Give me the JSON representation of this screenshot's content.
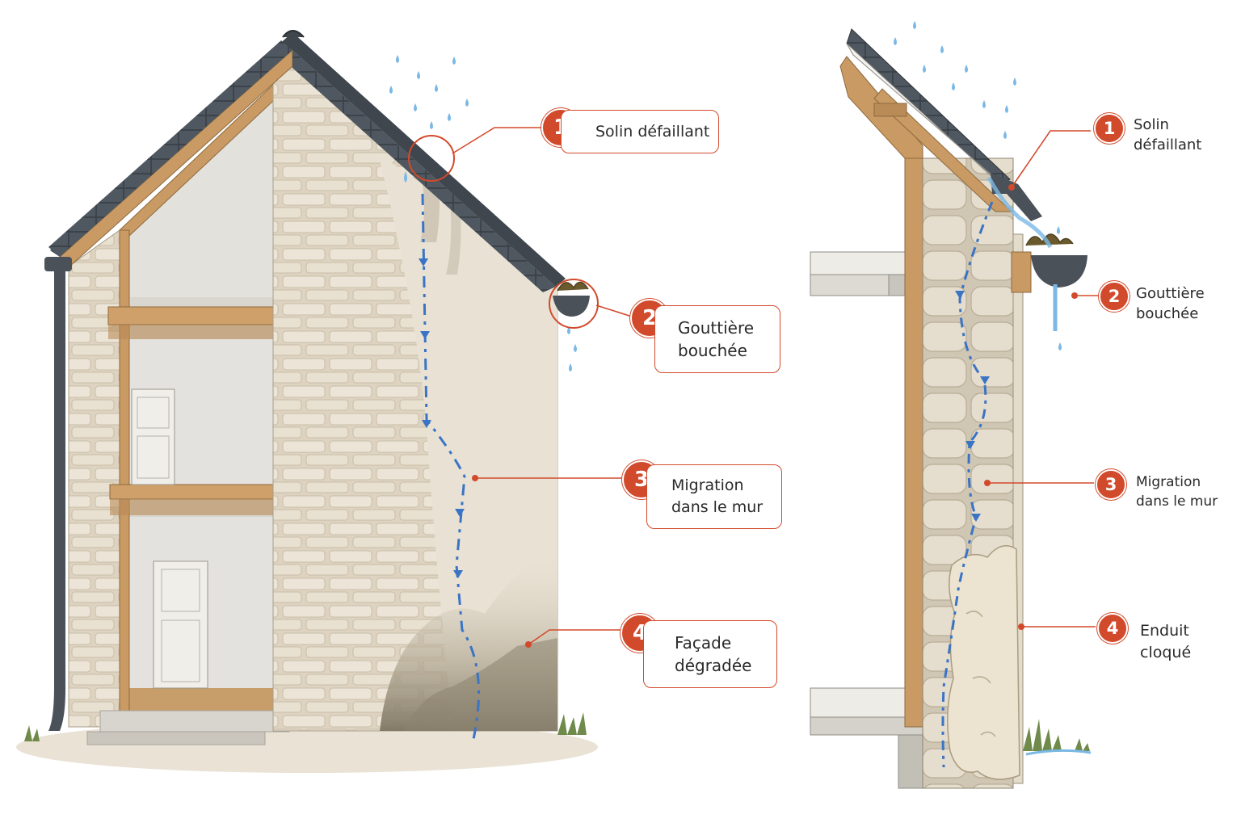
{
  "colors": {
    "accent": "#d24a2c",
    "water": "#3a74c4",
    "water_light": "#7ab8e6",
    "stone": "#e6ddcc",
    "slate": "#4f5760",
    "timber": "#c99a63",
    "plaster": "#e9e2d4",
    "damp": "#9a917e"
  },
  "front_view": {
    "callouts": [
      {
        "number": "1",
        "line1": "Solin défaillant",
        "line2": ""
      },
      {
        "number": "2",
        "line1": "Gouttière",
        "line2": "bouchée"
      },
      {
        "number": "3",
        "line1": "Migration",
        "line2": "dans le mur"
      },
      {
        "number": "4",
        "line1": "Façade",
        "line2": "dégradée"
      }
    ]
  },
  "section_view": {
    "callouts": [
      {
        "number": "1",
        "line1": "Solin",
        "line2": "défaillant"
      },
      {
        "number": "2",
        "line1": "Gouttière",
        "line2": "bouchée"
      },
      {
        "number": "3",
        "line1": "Migration",
        "line2": "dans le mur"
      },
      {
        "number": "4",
        "line1": "Enduit",
        "line2": "cloqué"
      }
    ]
  }
}
